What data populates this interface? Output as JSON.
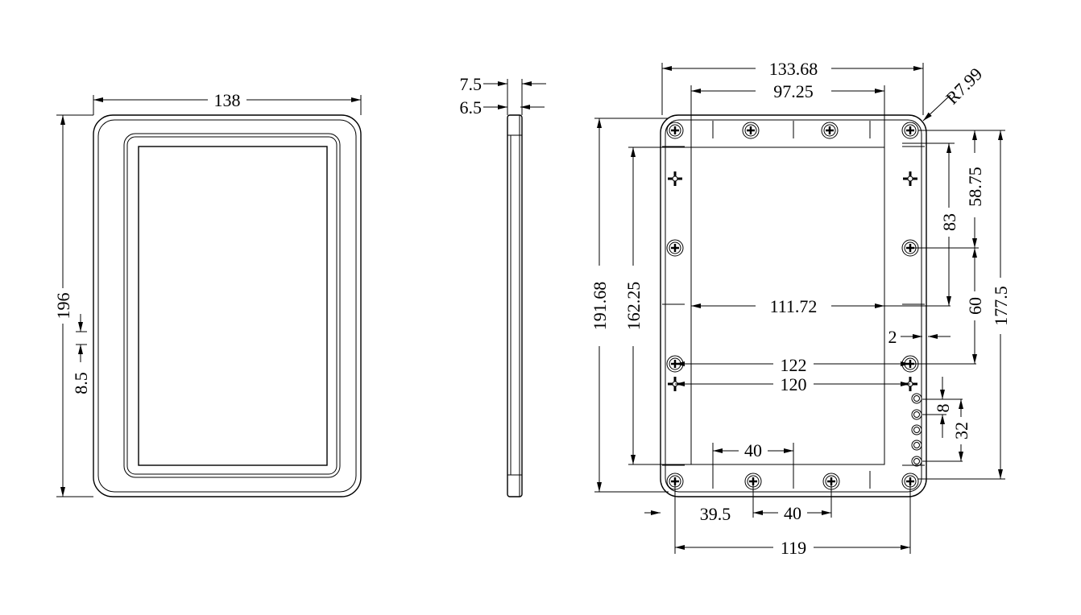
{
  "front_view": {
    "width": "138",
    "height": "196",
    "offset": "8.5"
  },
  "side_view": {
    "thickness_outer": "7.5",
    "thickness_inner": "6.5"
  },
  "back_view": {
    "overall_width": "133.68",
    "window_width": "97.25",
    "corner_radius": "R7.99",
    "overall_height": "191.68",
    "window_height": "162.25",
    "slot_span": "111.72",
    "hole_span_upper": "122",
    "hole_span_lower": "120",
    "top_slot_pitch": "40",
    "edge_offset": "39.5",
    "bottom_hole_pitch": "40",
    "bottom_hole_span": "119",
    "top_hole_offset": "58.75",
    "side_hole_pitch": "83",
    "mid_hole_pitch": "60",
    "vertical_hole_span": "177.5",
    "gap": "2",
    "led_pitch": "8",
    "led_span": "32"
  }
}
